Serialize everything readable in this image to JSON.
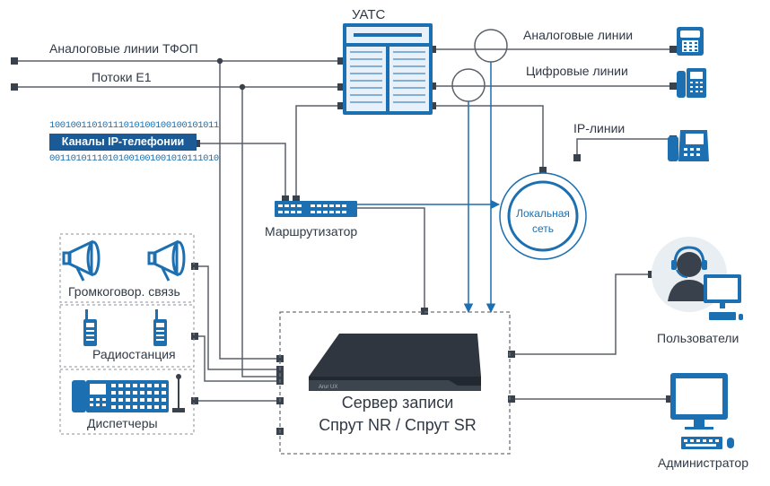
{
  "colors": {
    "line": "#5b6068",
    "accent_blue": "#1c6fb0",
    "dark_blue": "#1a5a96",
    "device_gray": "#39414c",
    "dashed": "#6e747c"
  },
  "labels": {
    "pbx": "УАТС",
    "analog_pstn": "Аналоговые линии ТФОП",
    "e1": "Потоки Е1",
    "bits_top": "10010011010111010100100100101011",
    "ip_channels": "Каналы IP-телефонии",
    "bits_bottom": "00110101110101001001001010111010",
    "analog_lines": "Аналоговые линии",
    "digital_lines": "Цифровые линии",
    "ip_lines": "IP-линии",
    "lan_line1": "Локальная",
    "lan_line2": "сеть",
    "router": "Маршрутизатор",
    "loudspeaker": "Громкоговор. связь",
    "radio": "Радиостанция",
    "dispatchers": "Диспетчеры",
    "server_line1": "Сервер записи",
    "server_line2": "Спрут NR / Спрут SR",
    "users": "Пользователи",
    "admin": "Администратор"
  },
  "icons": [
    "analog-phone-icon",
    "digital-phone-icon",
    "ip-phone-icon",
    "megaphone-icon",
    "walkie-talkie-icon",
    "dispatcher-console-icon",
    "operator-headset-icon",
    "computer-icon"
  ]
}
